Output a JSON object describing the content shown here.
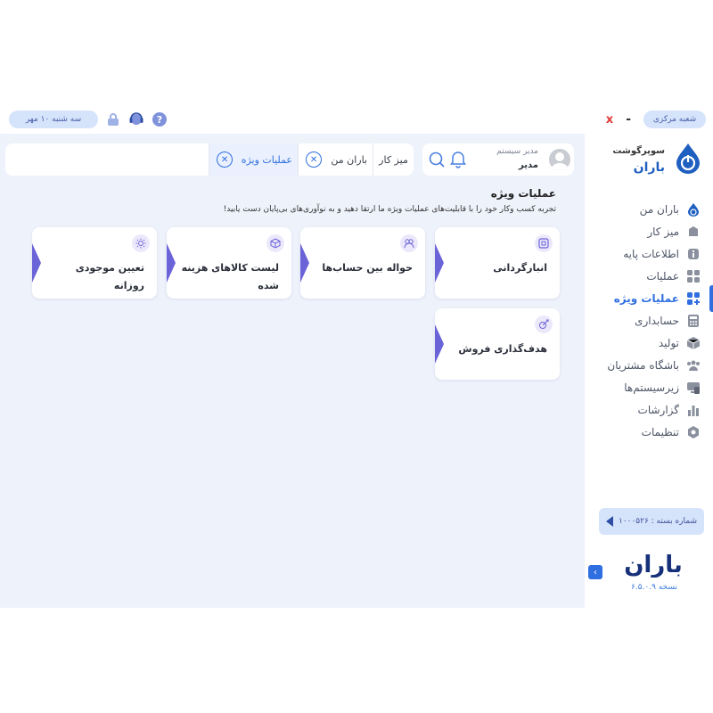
{
  "titlebar": {
    "date": "سه شنبه ۱۰ مهر",
    "branch": "شعبه مرکزی",
    "minimize": "-",
    "close": "x"
  },
  "sidebar": {
    "brand_sub": "سوپرگوشت",
    "brand_name": "باران",
    "items": [
      {
        "label": "باران من",
        "icon": "baran-logo-icon"
      },
      {
        "label": "میز کار",
        "icon": "desk-icon"
      },
      {
        "label": "اطلاعات پایه",
        "icon": "info-icon"
      },
      {
        "label": "عملیات",
        "icon": "grid-icon"
      },
      {
        "label": "عملیات ویژه",
        "icon": "grid-plus-icon",
        "active": true
      },
      {
        "label": "حسابداری",
        "icon": "calculator-icon"
      },
      {
        "label": "تولید",
        "icon": "box-icon"
      },
      {
        "label": "باشگاه مشتریان",
        "icon": "users-icon"
      },
      {
        "label": "زیرسیستم‌ها",
        "icon": "subsystems-icon"
      },
      {
        "label": "گزارشات",
        "icon": "bar-chart-icon"
      },
      {
        "label": "تنظیمات",
        "icon": "settings-icon"
      }
    ],
    "package": "شماره بسته : ۱۰۰۰۵۲۶",
    "footer_logo": "باران",
    "version": "نسخه ۶.۵.۰.۹"
  },
  "user": {
    "role": "مدیر سیستم",
    "name": "مدیر"
  },
  "tabs": [
    {
      "label": "میز کار"
    },
    {
      "label": "باران من",
      "closable": true
    },
    {
      "label": "عملیات ویژه",
      "closable": true,
      "active": true
    }
  ],
  "main": {
    "title": "عملیات ویژه",
    "description": "تجربه کسب وکار خود را با قابلیت‌های عملیات ویژه ما ارتقا دهید و به نوآوری‌های بی‌پایان دست یابید!",
    "cards": [
      {
        "label": "انبارگردانی",
        "icon": "inventory-icon"
      },
      {
        "label": "حواله بین حساب‌ها",
        "icon": "transfer-icon"
      },
      {
        "label": "لیست کالاهای هزینه شده",
        "icon": "cube-icon"
      },
      {
        "label": "تعیین موجودی روزانه",
        "icon": "sun-icon"
      },
      {
        "label": "هدف‌گذاری فروش",
        "icon": "target-icon"
      }
    ]
  },
  "colors": {
    "accent": "#2f6fe0",
    "background": "#eef2fb",
    "card_notch": "#6b63d8"
  }
}
